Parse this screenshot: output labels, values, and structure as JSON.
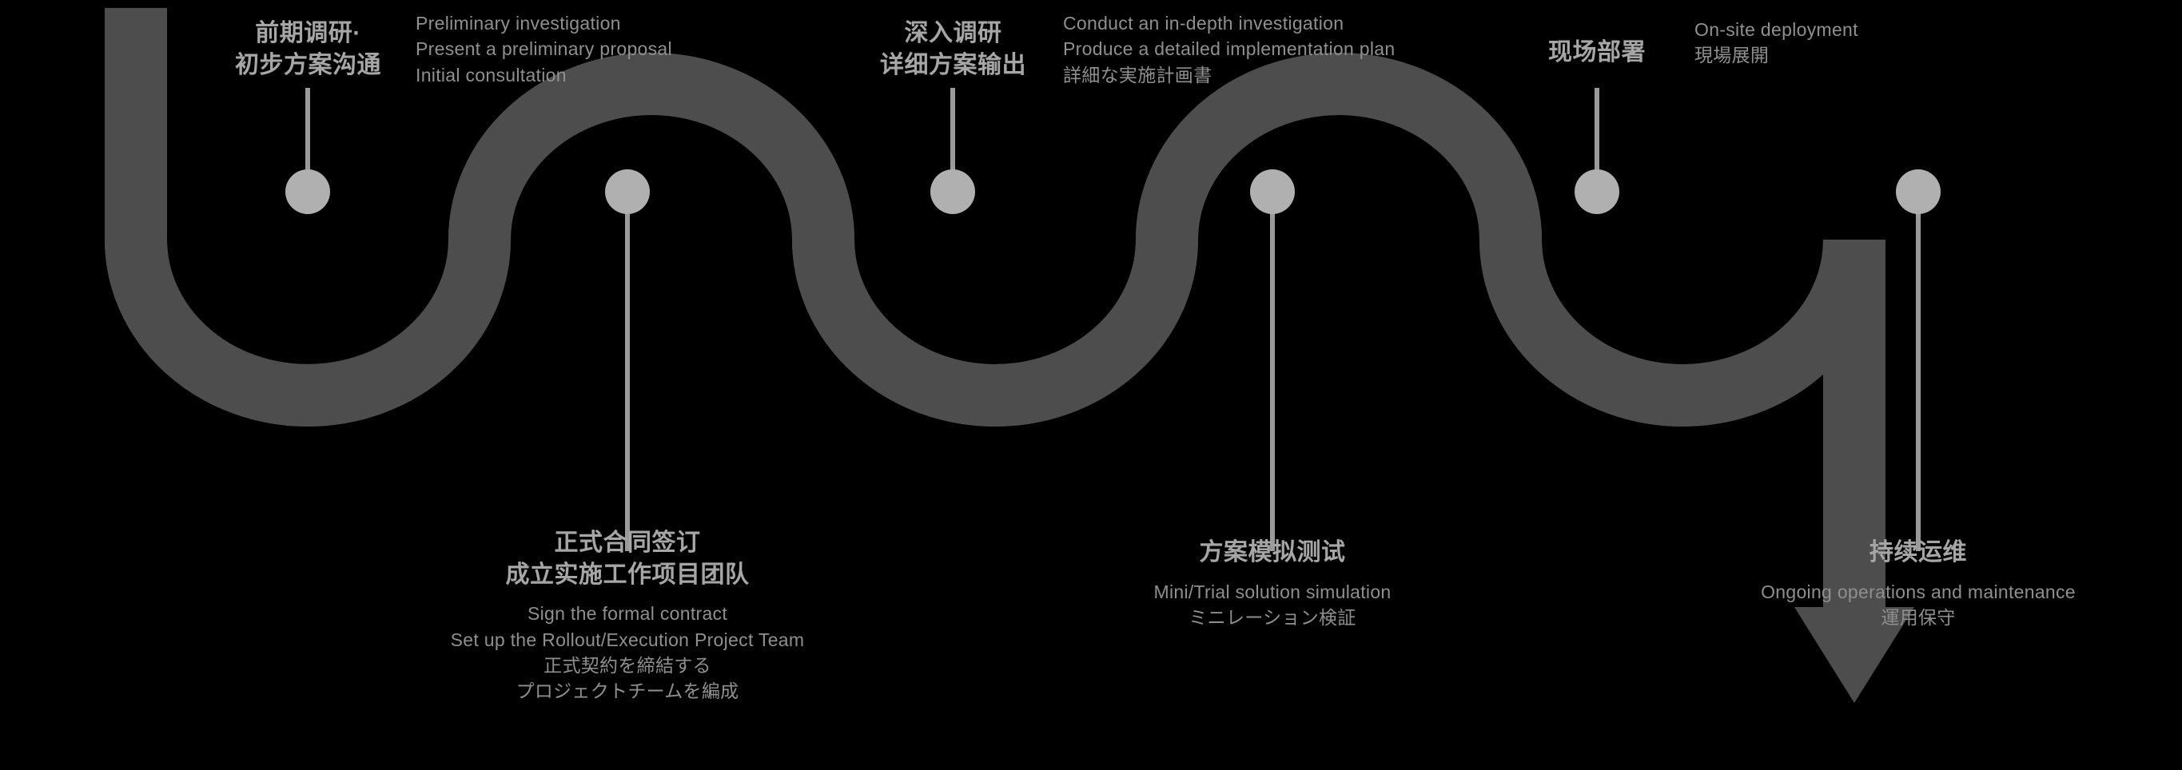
{
  "diagram": {
    "title": "Project Delivery Process Roadmap",
    "type": "serpentine-process-flow",
    "colors": {
      "background": "#000000",
      "ribbon_dark": "#4d4d4d",
      "ribbon_light": "#a8a8a8",
      "node_fill": "#b0b0b0",
      "connector": "#9a9a9a",
      "heading_text": "#a6a6a6",
      "sub_text": "#8f8f8f"
    },
    "node_count": 6,
    "arrow_direction": "down"
  },
  "steps": [
    {
      "id": "step-1",
      "position": "above",
      "heading_lines": [
        "前期调研·",
        "初步方案沟通"
      ],
      "sub_lines": [
        "Preliminary investigation",
        "Present a preliminary proposal",
        "Initial consultation"
      ]
    },
    {
      "id": "step-2",
      "position": "below",
      "heading_lines": [
        "正式合同签订",
        "成立实施工作项目团队"
      ],
      "sub_lines": [
        "Sign the formal contract",
        "Set up the Rollout/Execution Project Team",
        "正式契約を締結する",
        "プロジェクトチームを編成"
      ]
    },
    {
      "id": "step-3",
      "position": "above",
      "heading_lines": [
        "深入调研",
        "详细方案输出"
      ],
      "sub_lines": [
        "Conduct an in-depth investigation",
        "Produce a detailed implementation plan",
        "詳細な実施計画書"
      ]
    },
    {
      "id": "step-4",
      "position": "below",
      "heading_lines": [
        "方案模拟测试"
      ],
      "sub_lines": [
        "Mini/Trial solution simulation",
        "ミニレーション検証"
      ]
    },
    {
      "id": "step-5",
      "position": "above",
      "heading_lines": [
        "现场部署"
      ],
      "sub_lines": [
        "On-site deployment",
        "現場展開"
      ]
    },
    {
      "id": "step-6",
      "position": "below",
      "heading_lines": [
        "持续运维"
      ],
      "sub_lines": [
        "Ongoing operations and maintenance",
        "運用保守"
      ]
    }
  ]
}
